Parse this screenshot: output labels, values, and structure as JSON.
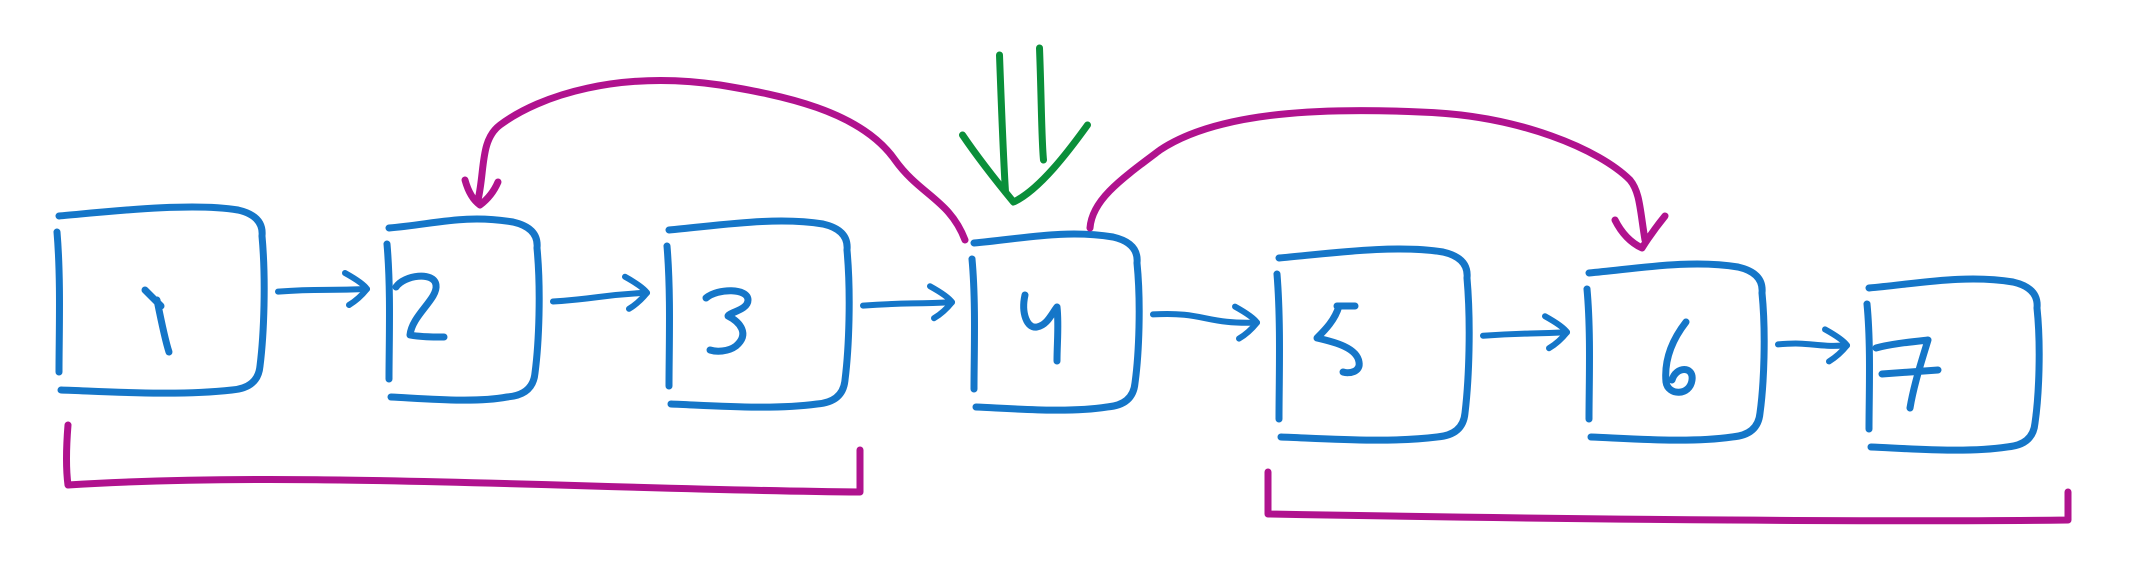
{
  "nodes": [
    {
      "id": 1,
      "label": "1"
    },
    {
      "id": 2,
      "label": "2"
    },
    {
      "id": 3,
      "label": "3"
    },
    {
      "id": 4,
      "label": "4"
    },
    {
      "id": 5,
      "label": "5"
    },
    {
      "id": 6,
      "label": "6"
    },
    {
      "id": 7,
      "label": "7"
    }
  ],
  "links": [
    {
      "from": 1,
      "to": 2
    },
    {
      "from": 2,
      "to": 3
    },
    {
      "from": 3,
      "to": 4
    },
    {
      "from": 4,
      "to": 5
    },
    {
      "from": 5,
      "to": 6
    },
    {
      "from": 6,
      "to": 7
    }
  ],
  "curved_arrows": [
    {
      "from": 4,
      "to": 2
    },
    {
      "from": 4,
      "to": 6
    }
  ],
  "marker": {
    "points_to": 4
  },
  "groups": [
    {
      "spans": [
        1,
        3
      ]
    },
    {
      "spans": [
        5,
        7
      ]
    }
  ],
  "colors": {
    "node": "#1576c8",
    "pointer": "#b0128e",
    "marker": "#0a8f3a",
    "background": "#ffffff"
  }
}
